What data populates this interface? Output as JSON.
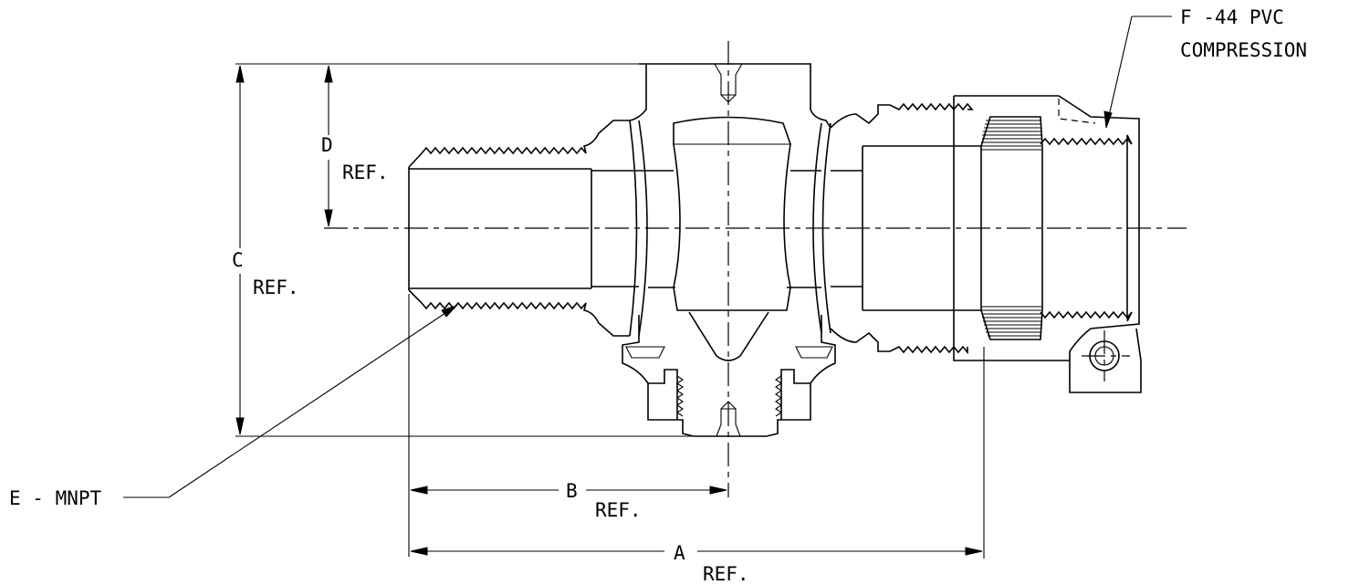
{
  "labels": {
    "f_callout_line1": "F -44 PVC",
    "f_callout_line2": "COMPRESSION",
    "d_letter": "D",
    "d_ref": "REF.",
    "c_letter": "C",
    "c_ref": "REF.",
    "e_callout": "E - MNPT",
    "b_letter": "B",
    "b_ref": "REF.",
    "a_letter": "A",
    "a_ref": "REF."
  }
}
